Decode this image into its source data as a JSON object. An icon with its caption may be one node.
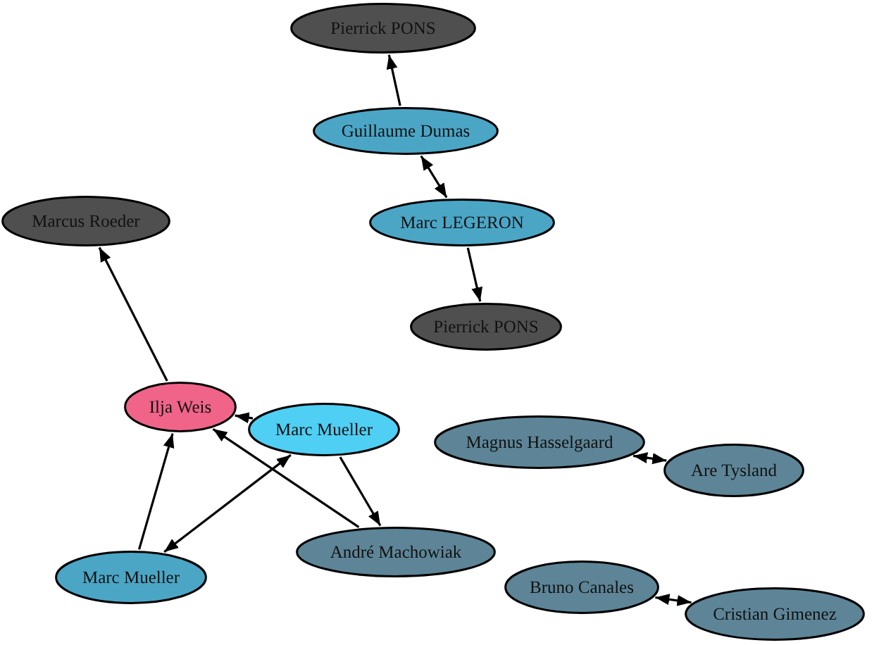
{
  "diagram": {
    "nodes": [
      {
        "text": [
          "Pierrick PONS"
        ]
      },
      {
        "text": [
          "Guillaume Dumas"
        ]
      },
      {
        "text": [
          "Marcus Roeder"
        ]
      },
      {
        "text": [
          "Marc LEGERON"
        ]
      },
      {
        "text": [
          "Pierrick PONS"
        ]
      },
      {
        "text": [
          "Ilja Weis"
        ]
      },
      {
        "text": [
          "Marc Mueller"
        ]
      },
      {
        "text": [
          "Magnus Hasselgaard"
        ]
      },
      {
        "text": [
          "Are Tysland"
        ]
      },
      {
        "text": [
          "André Machowiak"
        ]
      },
      {
        "text": [
          "Marc Mueller"
        ]
      },
      {
        "text": [
          "Bruno Canales"
        ]
      },
      {
        "text": [
          "Cristian Gimenez"
        ]
      }
    ],
    "edges": [
      {
        "from": 1,
        "to": 0,
        "arrow": "to"
      },
      {
        "from": 1,
        "to": 3,
        "arrow": "both"
      },
      {
        "from": 3,
        "to": 4,
        "arrow": "to"
      },
      {
        "from": 5,
        "to": 2,
        "arrow": "to"
      },
      {
        "from": 6,
        "to": 5,
        "arrow": "to"
      },
      {
        "from": 10,
        "to": 5,
        "arrow": "to"
      },
      {
        "from": 6,
        "to": 10,
        "arrow": "both"
      },
      {
        "from": 9,
        "to": 5,
        "arrow": "to"
      },
      {
        "from": 6,
        "to": 9,
        "arrow": "to"
      },
      {
        "from": 7,
        "to": 8,
        "arrow": "both"
      },
      {
        "from": 11,
        "to": 12,
        "arrow": "both"
      }
    ]
  }
}
